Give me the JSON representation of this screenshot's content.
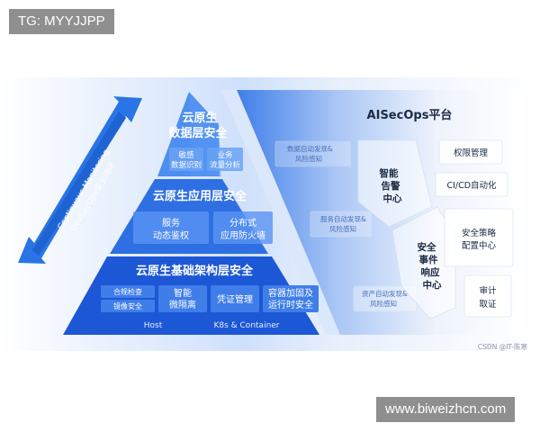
{
  "watermark_top": "TG: MYYJJPP",
  "watermark_bottom": "www.biweizhcn.com",
  "loop_arrow": {
    "line1": "Continuous Monitoring",
    "line2": "DevSecOps安全闭环"
  },
  "pyramid": {
    "top": {
      "title_line1": "云原生",
      "title_line2": "数据层安全",
      "cards": [
        {
          "line1": "敏感",
          "line2": "数据识别"
        },
        {
          "line1": "业务",
          "line2": "流量分析"
        }
      ]
    },
    "middle": {
      "title": "云原生应用层安全",
      "cards": [
        {
          "line1": "服务",
          "line2": "动态鉴权"
        },
        {
          "line1": "分布式",
          "line2": "应用防火墙"
        }
      ]
    },
    "bottom": {
      "title": "云原生基础架构层安全",
      "cards": [
        "合规检查",
        "镜像安全",
        "智能",
        "微隔离",
        "凭证管理",
        "容器加固及",
        "运行时安全"
      ],
      "footer_left": "Host",
      "footer_right": "K8s & Container"
    }
  },
  "platform": {
    "title": "AISecOps平台",
    "sense_items": [
      {
        "line1": "数据自动发现&",
        "line2": "风险感知"
      },
      {
        "line1": "服务自动发现&",
        "line2": "风险感知"
      },
      {
        "line1": "资产自动发现&",
        "line2": "风险感知"
      }
    ],
    "alert_center": [
      "智能",
      "告警",
      "中心"
    ],
    "response_center": [
      "安全",
      "事件",
      "响应",
      "中心"
    ],
    "right_boxes": [
      "权限管理",
      "CI/CD自动化",
      "安全策略",
      "配置中心",
      "审计",
      "取证"
    ]
  },
  "credit": "CSDN @IT-陈寒",
  "colors": {
    "dark_blue": "#1c57d6",
    "mid_blue": "#2f6fe4",
    "light_blue": "#4d8ef0",
    "arrow": "#2a74e6"
  }
}
